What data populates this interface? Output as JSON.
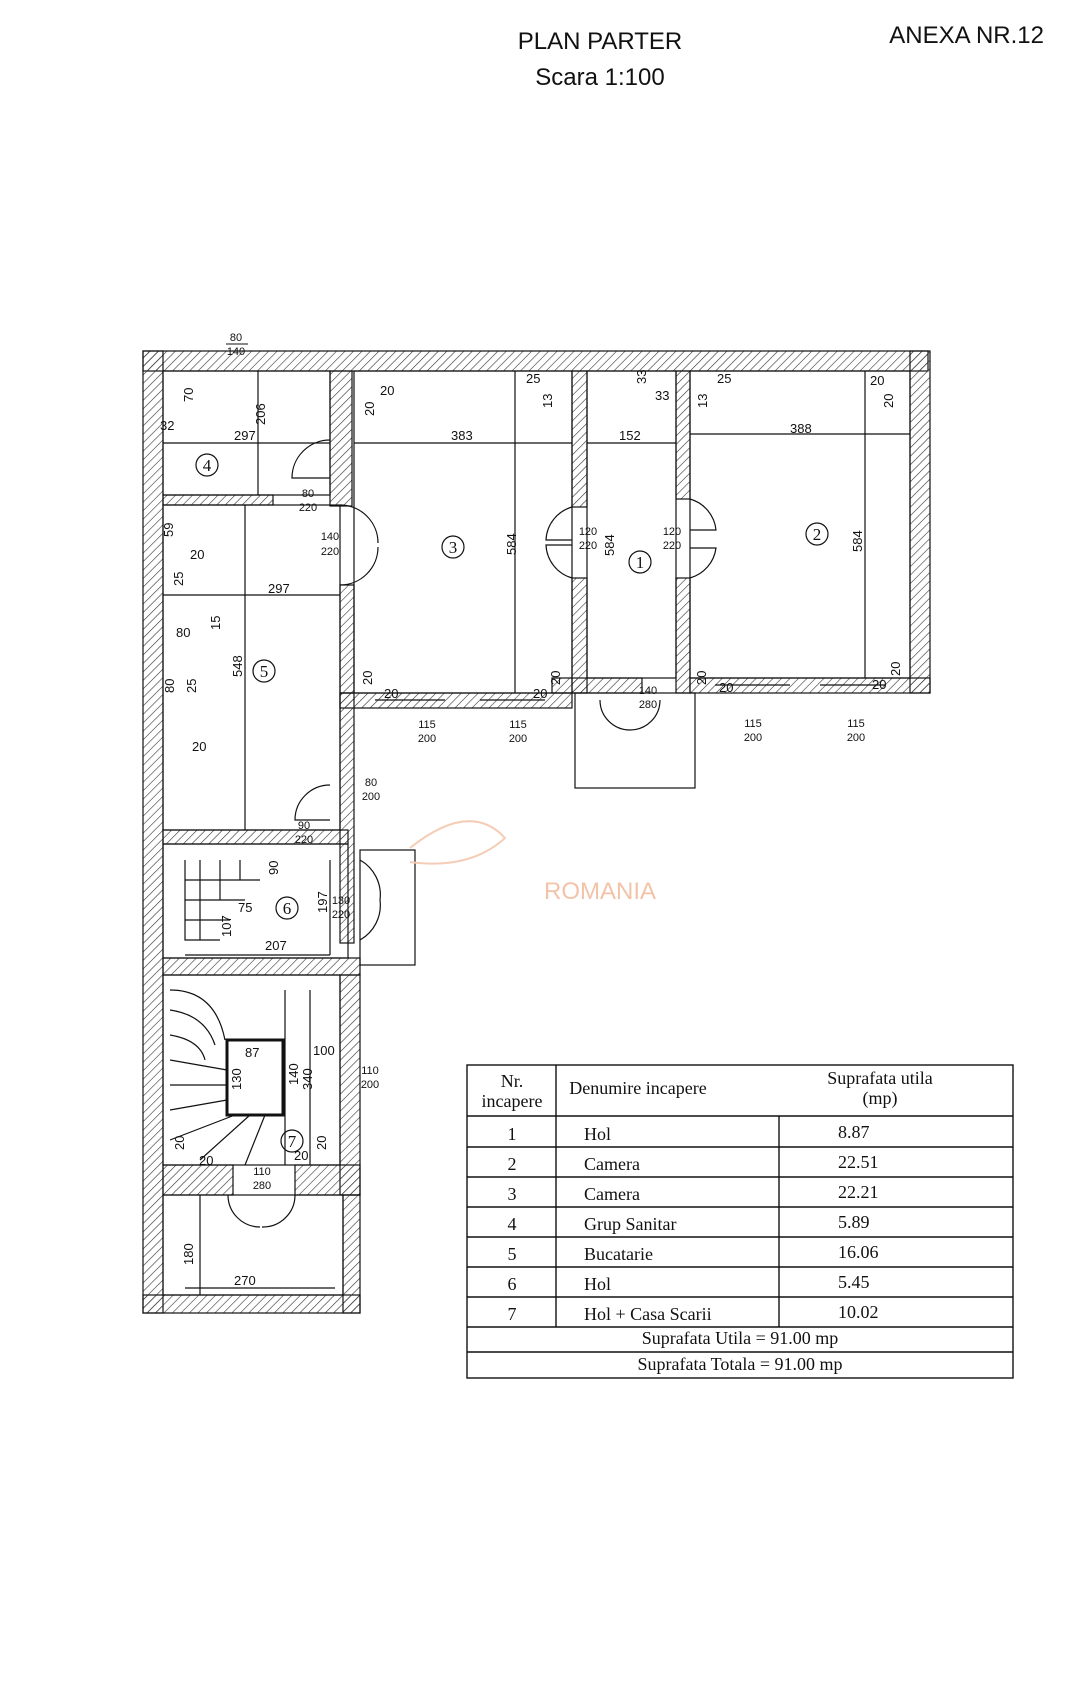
{
  "header": {
    "title": "PLAN PARTER",
    "scale": "Scara 1:100",
    "annex": "ANEXA NR.12"
  },
  "watermark": {
    "text": "ROMANIA"
  },
  "plan": {
    "room_numbers": [
      "1",
      "2",
      "3",
      "4",
      "5",
      "6",
      "7"
    ],
    "dimensions": {
      "d_80_top": "80",
      "d_140_top": "140",
      "d_70": "70",
      "d_206": "206",
      "d_32": "32",
      "d_297_r4": "297",
      "d_80_d4": "80",
      "d_220_d4": "220",
      "d_20_r3tl_a": "20",
      "d_20_r3tl_b": "20",
      "d_383": "383",
      "d_25_r3tr": "25",
      "d_13_r3tr": "13",
      "d_140_d3": "140",
      "d_220_d3": "220",
      "d_584_r3": "584",
      "d_20_r3bl_a": "20",
      "d_20_r3bl_b": "20",
      "d_20_r3br_a": "20",
      "d_20_r3br_b": "20",
      "d_33_a": "33",
      "d_33_b": "33",
      "d_152": "152",
      "d_120_l": "120",
      "d_220_l": "220",
      "d_584_r1": "584",
      "d_120_r": "120",
      "d_220_r": "220",
      "d_25_r2": "25",
      "d_13_r2": "13",
      "d_388": "388",
      "d_20_r2tr_a": "20",
      "d_20_r2tr_b": "20",
      "d_584_r2": "584",
      "d_20_r2bl_a": "20",
      "d_20_r2bl_b": "20",
      "d_20_r2br_a": "20",
      "d_20_r2br_b": "20",
      "d_59": "59",
      "d_20_r5a": "20",
      "d_25_r5a": "25",
      "d_297_r5": "297",
      "d_80_r5": "80",
      "d_15": "15",
      "d_548": "548",
      "d_80_r5b": "80",
      "d_25_r5b": "25",
      "d_20_r5b": "20",
      "d_115_a": "115",
      "d_200_a": "200",
      "d_115_b": "115",
      "d_200_b": "200",
      "d_140_ent": "140",
      "d_280_ent": "280",
      "d_115_c": "115",
      "d_200_c": "200",
      "d_115_d": "115",
      "d_200_d": "200",
      "d_80_w": "80",
      "d_200_w": "200",
      "d_90_d6": "90",
      "d_220_d6": "220",
      "d_90_r6": "90",
      "d_75": "75",
      "d_197": "197",
      "d_130": "130",
      "d_220_d6b": "220",
      "d_107": "107",
      "d_207": "207",
      "d_87": "87",
      "d_100": "100",
      "d_130_r7": "130",
      "d_140_r7": "140",
      "d_340": "340",
      "d_110_w": "110",
      "d_200_w7": "200",
      "d_20_r7a": "20",
      "d_20_r7b": "20",
      "d_20_r7c": "20",
      "d_20_r7d": "20",
      "d_110_d7": "110",
      "d_280_d7": "280",
      "d_180": "180",
      "d_270": "270"
    }
  },
  "table": {
    "headers": {
      "nr_line1": "Nr.",
      "nr_line2": "incapere",
      "name": "Denumire incapere",
      "area_line1": "Suprafata utila",
      "area_line2": "(mp)"
    },
    "rows": [
      {
        "nr": "1",
        "name": "Hol",
        "area": "8.87"
      },
      {
        "nr": "2",
        "name": "Camera",
        "area": "22.51"
      },
      {
        "nr": "3",
        "name": "Camera",
        "area": "22.21"
      },
      {
        "nr": "4",
        "name": "Grup Sanitar",
        "area": "5.89"
      },
      {
        "nr": "5",
        "name": "Bucatarie",
        "area": "16.06"
      },
      {
        "nr": "6",
        "name": "Hol",
        "area": "5.45"
      },
      {
        "nr": "7",
        "name": "Hol + Casa Scarii",
        "area": "10.02"
      }
    ],
    "total_util": "Suprafata Utila  =  91.00 mp",
    "total_total": "Suprafata Totala  =  91.00 mp"
  }
}
